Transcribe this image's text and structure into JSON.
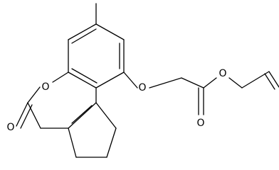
{
  "structure": {
    "atoms": {
      "ring_oxygen": "O",
      "carbonyl_oxygen": "O",
      "ether_oxygen": "O",
      "ester_carbonyl_oxygen": "O",
      "ester_oxygen": "O"
    }
  }
}
